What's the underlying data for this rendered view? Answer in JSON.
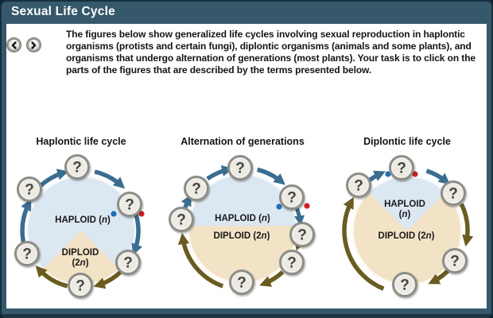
{
  "window": {
    "title": "Sexual Life Cycle"
  },
  "nav": {
    "prev_icon": "chevron-left",
    "next_icon": "chevron-right"
  },
  "instructions": "The figures below show generalized life cycles involving sexual reproduction in haplontic organisms (protists and certain fungi), diplontic organisms (animals and some plants), and organisms that undergo alternation of generations (most plants). Your task is to click on the parts of the figures that are described by the terms presented below.",
  "qm": "?",
  "diagrams": [
    {
      "title": "Haplontic life cycle",
      "haploid_label": {
        "pre": "HAPLOID (",
        "n": "n",
        "post": ")"
      },
      "diploid_line1": "DIPLOID",
      "diploid_line2": {
        "pre": "(2",
        "n": "n",
        "post": ")"
      },
      "question_count": 6
    },
    {
      "title": "Alternation of generations",
      "haploid_label": {
        "pre": "HAPLOID (",
        "n": "n",
        "post": ")"
      },
      "diploid_label": {
        "pre": "DIPLOID (2",
        "n": "n",
        "post": ")"
      },
      "question_count": 7
    },
    {
      "title": "Diplontic life cycle",
      "haploid_line1": "HAPLOID",
      "haploid_line2": {
        "pre": "(",
        "n": "n",
        "post": ")"
      },
      "diploid_label": {
        "pre": "DIPLOID (2",
        "n": "n",
        "post": ")"
      },
      "question_count": 5
    }
  ],
  "colors": {
    "frame": "#35596B",
    "frame_dark": "#1B3440",
    "haploid_fill": "#DBE7F1",
    "diploid_fill": "#F3E3C6",
    "haploid_arrow": "#3A6D90",
    "diploid_arrow": "#6A5C20",
    "blue_dot": "#1E6FB8",
    "red_dot": "#D02026"
  }
}
